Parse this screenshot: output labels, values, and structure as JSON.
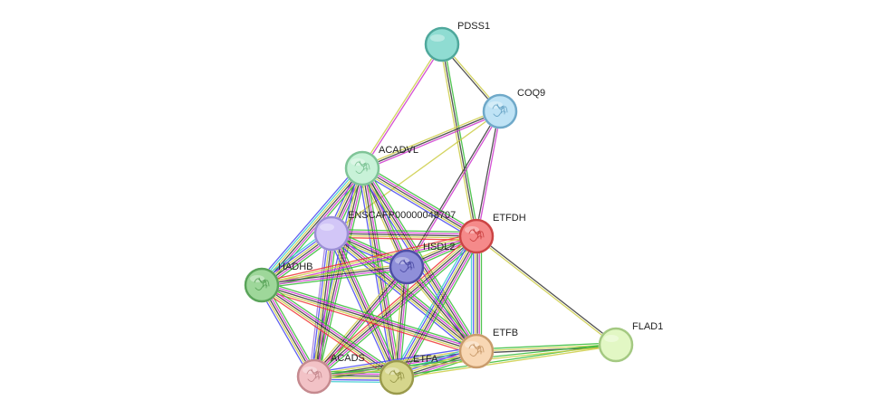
{
  "nodes": [
    {
      "id": "PDSS1",
      "label": "PDSS1",
      "fill": "#8fdcd2",
      "stroke": "#4fa89c",
      "glyph": "none"
    },
    {
      "id": "COQ9",
      "label": "COQ9",
      "fill": "#bfe3f5",
      "stroke": "#6fa9c9",
      "glyph": "protein-structure-icon"
    },
    {
      "id": "ACADVL",
      "label": "ACADVL",
      "fill": "#c8f2d8",
      "stroke": "#7fc497",
      "glyph": "protein-structure-icon"
    },
    {
      "id": "ENSCAFP00000048707",
      "label": "ENSCAFP00000048707",
      "fill": "#d2c6f7",
      "stroke": "#9b8fd6",
      "glyph": "none"
    },
    {
      "id": "ETFDH",
      "label": "ETFDH",
      "fill": "#f58a8a",
      "stroke": "#cc4444",
      "glyph": "protein-structure-icon"
    },
    {
      "id": "HSDL2",
      "label": "HSDL2",
      "fill": "#8f8fd9",
      "stroke": "#4e4ea6",
      "glyph": "protein-structure-icon"
    },
    {
      "id": "HADHB",
      "label": "HADHB",
      "fill": "#9ed79a",
      "stroke": "#5aa45a",
      "glyph": "protein-structure-icon"
    },
    {
      "id": "ETFB",
      "label": "ETFB",
      "fill": "#f8d7b4",
      "stroke": "#c99b6c",
      "glyph": "protein-structure-icon"
    },
    {
      "id": "FLAD1",
      "label": "FLAD1",
      "fill": "#e2f7c4",
      "stroke": "#a4c982",
      "glyph": "none"
    },
    {
      "id": "ACADS",
      "label": "ACADS",
      "fill": "#f2c2c6",
      "stroke": "#c58a8f",
      "glyph": "protein-structure-icon"
    },
    {
      "id": "ETFA",
      "label": "ETFA",
      "fill": "#d6d68c",
      "stroke": "#9a9a4c",
      "glyph": "protein-structure-icon"
    }
  ],
  "edge_colors": {
    "green": "#33bb33",
    "blue": "#4444ee",
    "magenta": "#cc33cc",
    "yellow": "#cccc44",
    "black": "#333333",
    "red": "#ee3333",
    "cyan": "#33cccc",
    "violet": "#9977dd"
  },
  "edges": [
    {
      "source": "PDSS1",
      "target": "COQ9",
      "kinds": [
        "yellow",
        "black"
      ]
    },
    {
      "source": "PDSS1",
      "target": "ACADVL",
      "kinds": [
        "magenta",
        "yellow"
      ]
    },
    {
      "source": "PDSS1",
      "target": "ETFDH",
      "kinds": [
        "green",
        "black",
        "yellow"
      ]
    },
    {
      "source": "COQ9",
      "target": "ACADVL",
      "kinds": [
        "magenta",
        "black",
        "yellow"
      ]
    },
    {
      "source": "COQ9",
      "target": "ETFDH",
      "kinds": [
        "magenta",
        "black"
      ]
    },
    {
      "source": "COQ9",
      "target": "HSDL2",
      "kinds": [
        "magenta",
        "black"
      ]
    },
    {
      "source": "COQ9",
      "target": "ENSCAFP00000048707",
      "kinds": [
        "yellow"
      ]
    },
    {
      "source": "ACADVL",
      "target": "ENSCAFP00000048707",
      "kinds": [
        "green",
        "magenta",
        "black",
        "yellow",
        "blue"
      ]
    },
    {
      "source": "ACADVL",
      "target": "ETFDH",
      "kinds": [
        "green",
        "magenta",
        "black",
        "yellow",
        "blue"
      ]
    },
    {
      "source": "ACADVL",
      "target": "HSDL2",
      "kinds": [
        "green",
        "magenta",
        "black",
        "yellow"
      ]
    },
    {
      "source": "ACADVL",
      "target": "HADHB",
      "kinds": [
        "green",
        "magenta",
        "black",
        "yellow",
        "cyan",
        "blue"
      ]
    },
    {
      "source": "ACADVL",
      "target": "ETFB",
      "kinds": [
        "green",
        "magenta",
        "black",
        "yellow",
        "blue"
      ]
    },
    {
      "source": "ACADVL",
      "target": "ACADS",
      "kinds": [
        "green",
        "magenta",
        "black",
        "yellow",
        "blue"
      ]
    },
    {
      "source": "ACADVL",
      "target": "ETFA",
      "kinds": [
        "green",
        "magenta",
        "black",
        "yellow",
        "blue"
      ]
    },
    {
      "source": "ENSCAFP00000048707",
      "target": "ETFDH",
      "kinds": [
        "green",
        "magenta",
        "black",
        "yellow",
        "red"
      ]
    },
    {
      "source": "ENSCAFP00000048707",
      "target": "HSDL2",
      "kinds": [
        "green",
        "magenta",
        "black",
        "yellow",
        "blue"
      ]
    },
    {
      "source": "ENSCAFP00000048707",
      "target": "HADHB",
      "kinds": [
        "green",
        "magenta",
        "black",
        "yellow",
        "blue",
        "cyan"
      ]
    },
    {
      "source": "ENSCAFP00000048707",
      "target": "ETFB",
      "kinds": [
        "green",
        "magenta",
        "black",
        "yellow",
        "blue"
      ]
    },
    {
      "source": "ENSCAFP00000048707",
      "target": "ACADS",
      "kinds": [
        "green",
        "magenta",
        "black",
        "yellow",
        "blue",
        "violet"
      ]
    },
    {
      "source": "ENSCAFP00000048707",
      "target": "ETFA",
      "kinds": [
        "green",
        "magenta",
        "black",
        "yellow",
        "blue"
      ]
    },
    {
      "source": "ETFDH",
      "target": "HSDL2",
      "kinds": [
        "green",
        "magenta",
        "black",
        "yellow"
      ]
    },
    {
      "source": "ETFDH",
      "target": "HADHB",
      "kinds": [
        "green",
        "magenta",
        "yellow",
        "red"
      ]
    },
    {
      "source": "ETFDH",
      "target": "ETFB",
      "kinds": [
        "green",
        "magenta",
        "black",
        "yellow",
        "blue",
        "cyan"
      ]
    },
    {
      "source": "ETFDH",
      "target": "ACADS",
      "kinds": [
        "green",
        "magenta",
        "black",
        "yellow",
        "red"
      ]
    },
    {
      "source": "ETFDH",
      "target": "ETFA",
      "kinds": [
        "green",
        "magenta",
        "black",
        "yellow",
        "blue",
        "cyan"
      ]
    },
    {
      "source": "ETFDH",
      "target": "FLAD1",
      "kinds": [
        "black",
        "yellow"
      ]
    },
    {
      "source": "HSDL2",
      "target": "HADHB",
      "kinds": [
        "green",
        "magenta",
        "black",
        "yellow"
      ]
    },
    {
      "source": "HSDL2",
      "target": "ETFB",
      "kinds": [
        "green",
        "magenta",
        "black",
        "yellow"
      ]
    },
    {
      "source": "HSDL2",
      "target": "ACADS",
      "kinds": [
        "green",
        "magenta",
        "black",
        "yellow"
      ]
    },
    {
      "source": "HSDL2",
      "target": "ETFA",
      "kinds": [
        "green",
        "magenta",
        "black",
        "yellow"
      ]
    },
    {
      "source": "HADHB",
      "target": "ETFB",
      "kinds": [
        "green",
        "magenta",
        "black",
        "yellow",
        "red"
      ]
    },
    {
      "source": "HADHB",
      "target": "ACADS",
      "kinds": [
        "green",
        "magenta",
        "black",
        "yellow",
        "blue"
      ]
    },
    {
      "source": "HADHB",
      "target": "ETFA",
      "kinds": [
        "green",
        "magenta",
        "black",
        "yellow",
        "red"
      ]
    },
    {
      "source": "ETFB",
      "target": "ACADS",
      "kinds": [
        "green",
        "magenta",
        "black",
        "yellow",
        "blue"
      ]
    },
    {
      "source": "ETFB",
      "target": "ETFA",
      "kinds": [
        "green",
        "magenta",
        "black",
        "yellow",
        "blue",
        "cyan"
      ]
    },
    {
      "source": "ETFB",
      "target": "FLAD1",
      "kinds": [
        "green",
        "yellow",
        "black"
      ]
    },
    {
      "source": "ACADS",
      "target": "ETFA",
      "kinds": [
        "green",
        "magenta",
        "black",
        "yellow",
        "blue",
        "cyan"
      ]
    },
    {
      "source": "ETFA",
      "target": "FLAD1",
      "kinds": [
        "green",
        "yellow"
      ]
    },
    {
      "source": "ACADS",
      "target": "FLAD1",
      "kinds": [
        "green",
        "yellow"
      ]
    }
  ]
}
